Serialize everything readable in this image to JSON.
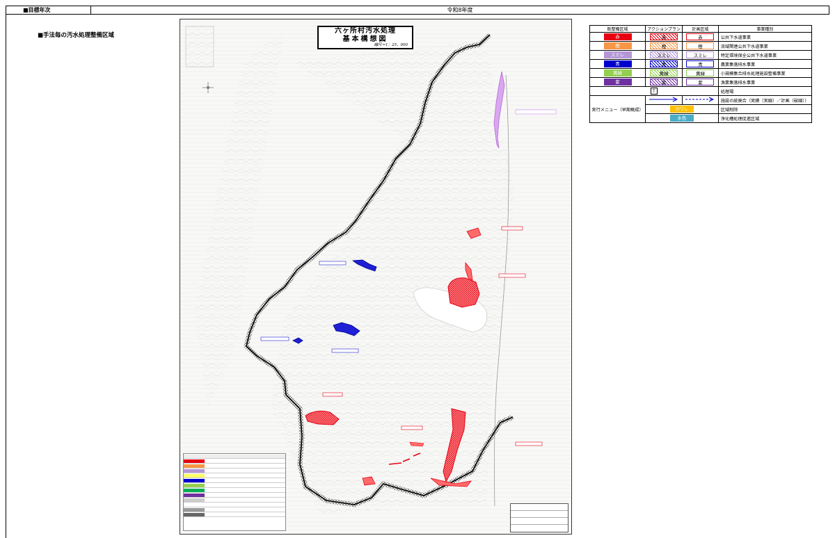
{
  "header": {
    "left_label": "■目標年次",
    "right_label": "令和8年度"
  },
  "section_title": "■手法毎の汚水処理整備区域",
  "map": {
    "title_line1": "六ヶ所村汚水処理",
    "title_line2": "基本構想図",
    "scale": "縮尺＝1：25，000",
    "colors": {
      "boundary": "#000000",
      "public_sewer": "#e60012",
      "agricultural": "#1f1fd6",
      "fishing": "#cc88ee",
      "base": "#f8f8f6"
    }
  },
  "legend": {
    "headers": {
      "existing": "既整備区域",
      "action": "アクションプラン",
      "planned": "計画区域",
      "type": "事業種別"
    },
    "rows": [
      {
        "code": "赤",
        "color": "#e60012",
        "name": "公共下水道事業"
      },
      {
        "code": "橙",
        "color": "#f79646",
        "name": "流域関連公共下水道事業"
      },
      {
        "code": "スミレ",
        "color": "#b497d6",
        "name": "特定環境保全公共下水道事業"
      },
      {
        "code": "青",
        "color": "#0000cc",
        "name": "農業集落排水事業"
      },
      {
        "code": "黄緑",
        "color": "#92d050",
        "name": "小規模集合排水処理施設整備事業"
      },
      {
        "code": "紫",
        "color": "#7030a0",
        "name": "漁業集落排水事業"
      }
    ],
    "treatment_icon": "T",
    "treatment_label": "処理場",
    "merge_label": "施設の統廃合（実績（実線）／計画（破線））",
    "action_menu_label": "実行メニュー（早期概成）",
    "removal_swatch": "カワレ",
    "removal_label": "区域削除",
    "septic_swatch": "水色",
    "septic_label": "浄化槽処理促進区域",
    "removal_color": "#ffc000",
    "septic_color": "#4bacc6"
  }
}
